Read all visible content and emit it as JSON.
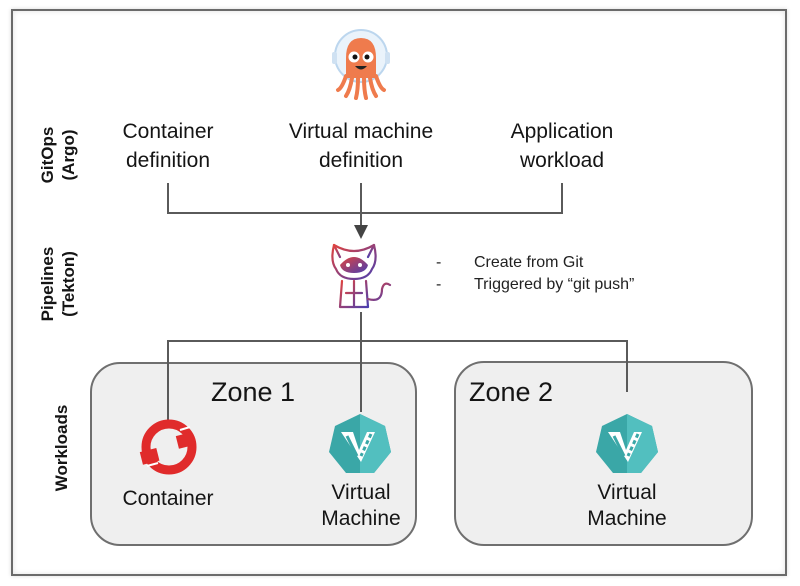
{
  "lanes": {
    "gitops": {
      "line1": "GitOps",
      "line2": "(Argo)"
    },
    "pipelines": {
      "line1": "Pipelines",
      "line2": "(Tekton)"
    },
    "workloads": {
      "line1": "Workloads"
    }
  },
  "gitops": {
    "icon": "argo-octopus-mascot-icon",
    "definitions": [
      {
        "line1": "Container",
        "line2": "definition"
      },
      {
        "line1": "Virtual machine",
        "line2": "definition"
      },
      {
        "line1": "Application",
        "line2": "workload"
      }
    ]
  },
  "pipelines": {
    "icon": "tekton-cat-mascot-icon",
    "notes": [
      {
        "bullet": "-",
        "text": "Create from Git"
      },
      {
        "bullet": "-",
        "text": "Triggered by “git push”"
      }
    ]
  },
  "zones": [
    {
      "title": "Zone 1",
      "workloads": [
        {
          "icon": "openshift-container-icon",
          "line1": "Container",
          "line2": ""
        },
        {
          "icon": "kubevirt-vm-icon",
          "line1": "Virtual",
          "line2": "Machine"
        }
      ]
    },
    {
      "title": "Zone 2",
      "workloads": [
        {
          "icon": "kubevirt-vm-icon",
          "line1": "Virtual",
          "line2": "Machine"
        }
      ]
    }
  ],
  "colors": {
    "argo_orange": "#ef7b4d",
    "openshift_red": "#e02b2b",
    "kubevirt_teal": "#3aa7a7",
    "tekton_gradient_start": "#e0433f",
    "tekton_gradient_end": "#4a3fb0",
    "connector": "#555555",
    "zone_fill": "#efefef"
  }
}
